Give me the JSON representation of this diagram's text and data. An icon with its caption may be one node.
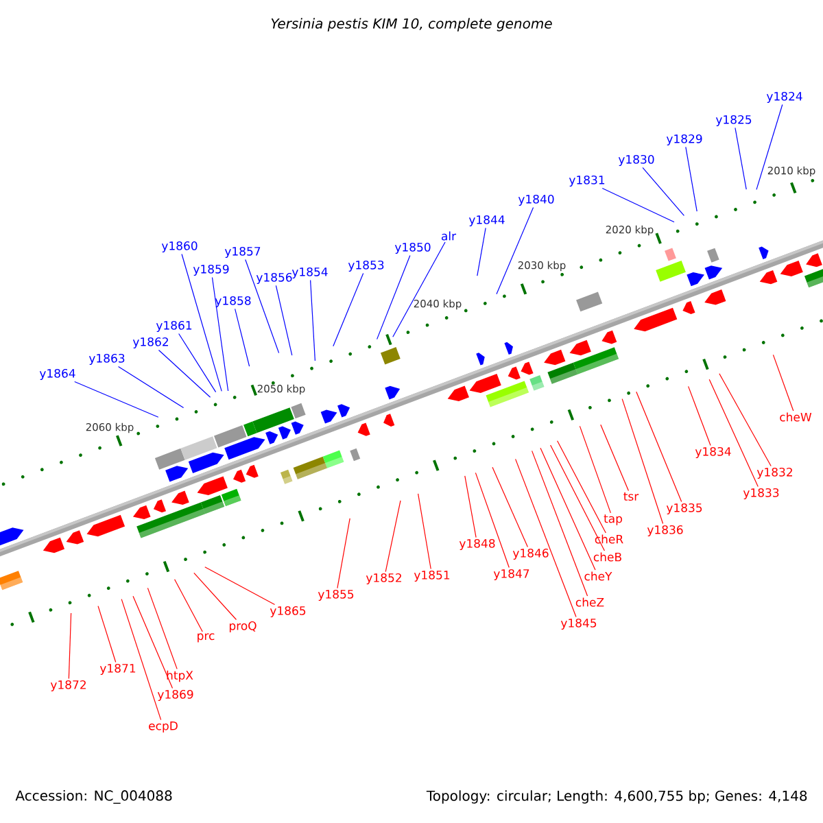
{
  "diagram": {
    "title": "Yersinia pestis KIM 10, complete genome",
    "nodes": [
      {
        "text": [
          "y1824"
        ]
      },
      {
        "text": [
          "y1825"
        ]
      },
      {
        "text": [
          "y1829"
        ]
      },
      {
        "text": [
          "y1830"
        ]
      },
      {
        "text": [
          "y1831"
        ]
      },
      {
        "text": [
          "y1840"
        ]
      },
      {
        "text": [
          "y1844"
        ]
      },
      {
        "text": [
          "alr"
        ]
      },
      {
        "text": [
          "y1850"
        ]
      },
      {
        "text": [
          "y1853"
        ]
      },
      {
        "text": [
          "y1854"
        ]
      },
      {
        "text": [
          "y1856"
        ]
      },
      {
        "text": [
          "y1857"
        ]
      },
      {
        "text": [
          "y1858"
        ]
      },
      {
        "text": [
          "y1859"
        ]
      },
      {
        "text": [
          "y1860"
        ]
      },
      {
        "text": [
          "y1861"
        ]
      },
      {
        "text": [
          "y1862"
        ]
      },
      {
        "text": [
          "y1863"
        ]
      },
      {
        "text": [
          "y1864"
        ]
      },
      {
        "text": [
          "cheW"
        ]
      },
      {
        "text": [
          "y1834"
        ]
      },
      {
        "text": [
          "y1832"
        ]
      },
      {
        "text": [
          "y1833"
        ]
      },
      {
        "text": [
          "y1835"
        ]
      },
      {
        "text": [
          "tsr"
        ]
      },
      {
        "text": [
          "y1836"
        ]
      },
      {
        "text": [
          "tap"
        ]
      },
      {
        "text": [
          "cheR"
        ]
      },
      {
        "text": [
          "cheB"
        ]
      },
      {
        "text": [
          "cheY"
        ]
      },
      {
        "text": [
          "cheZ"
        ]
      },
      {
        "text": [
          "y1845"
        ]
      },
      {
        "text": [
          "y1848"
        ]
      },
      {
        "text": [
          "y1846"
        ]
      },
      {
        "text": [
          "y1847"
        ]
      },
      {
        "text": [
          "y1851"
        ]
      },
      {
        "text": [
          "y1852"
        ]
      },
      {
        "text": [
          "y1855"
        ]
      },
      {
        "text": [
          "y1865"
        ]
      },
      {
        "text": [
          "proQ"
        ]
      },
      {
        "text": [
          "prc"
        ]
      },
      {
        "text": [
          "htpX"
        ]
      },
      {
        "text": [
          "y1869"
        ]
      },
      {
        "text": [
          "ecpD"
        ]
      },
      {
        "text": [
          "y1871"
        ]
      },
      {
        "text": [
          "y1872"
        ]
      }
    ],
    "edges": [
      {
        "from": 0,
        "to": null,
        "arrow": "none",
        "color": "#0000ff"
      },
      {
        "from": 1,
        "to": null,
        "arrow": "none",
        "color": "#0000ff"
      },
      {
        "from": 2,
        "to": null,
        "arrow": "none",
        "color": "#0000ff"
      },
      {
        "from": 3,
        "to": null,
        "arrow": "none",
        "color": "#0000ff"
      },
      {
        "from": 4,
        "to": null,
        "arrow": "none",
        "color": "#0000ff"
      },
      {
        "from": 5,
        "to": null,
        "arrow": "none",
        "color": "#0000ff"
      },
      {
        "from": 6,
        "to": null,
        "arrow": "none",
        "color": "#0000ff"
      },
      {
        "from": 7,
        "to": null,
        "arrow": "none",
        "color": "#0000ff"
      },
      {
        "from": 8,
        "to": null,
        "arrow": "none",
        "color": "#0000ff"
      },
      {
        "from": 9,
        "to": null,
        "arrow": "none",
        "color": "#0000ff"
      },
      {
        "from": 10,
        "to": null,
        "arrow": "none",
        "color": "#0000ff"
      },
      {
        "from": 11,
        "to": null,
        "arrow": "none",
        "color": "#0000ff"
      },
      {
        "from": 12,
        "to": null,
        "arrow": "none",
        "color": "#0000ff"
      },
      {
        "from": 13,
        "to": null,
        "arrow": "none",
        "color": "#0000ff"
      },
      {
        "from": 14,
        "to": null,
        "arrow": "none",
        "color": "#0000ff"
      },
      {
        "from": 15,
        "to": null,
        "arrow": "none",
        "color": "#0000ff"
      },
      {
        "from": 16,
        "to": null,
        "arrow": "none",
        "color": "#0000ff"
      },
      {
        "from": 17,
        "to": null,
        "arrow": "none",
        "color": "#0000ff"
      },
      {
        "from": 18,
        "to": null,
        "arrow": "none",
        "color": "#0000ff"
      },
      {
        "from": 19,
        "to": null,
        "arrow": "none",
        "color": "#0000ff"
      },
      {
        "from": 20,
        "to": null,
        "arrow": "none"
      },
      {
        "from": 21,
        "to": null,
        "arrow": "none"
      },
      {
        "from": 22,
        "to": null,
        "arrow": "none"
      },
      {
        "from": 23,
        "to": null,
        "arrow": "none"
      },
      {
        "from": 24,
        "to": null,
        "arrow": "none"
      },
      {
        "from": 25,
        "to": null,
        "arrow": "none"
      },
      {
        "from": 26,
        "to": null,
        "arrow": "none"
      },
      {
        "from": 27,
        "to": null,
        "arrow": "none"
      },
      {
        "from": 28,
        "to": null,
        "arrow": "none"
      },
      {
        "from": 29,
        "to": null,
        "arrow": "none"
      },
      {
        "from": 30,
        "to": null,
        "arrow": "none"
      },
      {
        "from": 31,
        "to": null,
        "arrow": "none"
      },
      {
        "from": 32,
        "to": null,
        "arrow": "none"
      },
      {
        "from": 33,
        "to": null,
        "arrow": "none"
      },
      {
        "from": 34,
        "to": null,
        "arrow": "none"
      },
      {
        "from": 35,
        "to": null,
        "arrow": "none"
      },
      {
        "from": 36,
        "to": null,
        "arrow": "none"
      },
      {
        "from": 37,
        "to": null,
        "arrow": "none"
      },
      {
        "from": 38,
        "to": null,
        "arrow": "none"
      },
      {
        "from": 39,
        "to": null,
        "arrow": "none"
      },
      {
        "from": 40,
        "to": null,
        "arrow": "none"
      },
      {
        "from": 41,
        "to": null,
        "arrow": "none"
      },
      {
        "from": 42,
        "to": null,
        "arrow": "none"
      },
      {
        "from": 43,
        "to": null,
        "arrow": "none"
      },
      {
        "from": 44,
        "to": null,
        "arrow": "none"
      },
      {
        "from": 45,
        "to": null,
        "arrow": "none"
      },
      {
        "from": 46,
        "to": null,
        "arrow": "none"
      }
    ],
    "labels": [
      "2010 kbp",
      "2020 kbp",
      "2030 kbp",
      "2040 kbp",
      "2050 kbp",
      "2060 kbp",
      "Accession: NC_004088",
      "Topology: circular; Length: 4,600,755 bp; Genes: 4,148"
    ]
  }
}
